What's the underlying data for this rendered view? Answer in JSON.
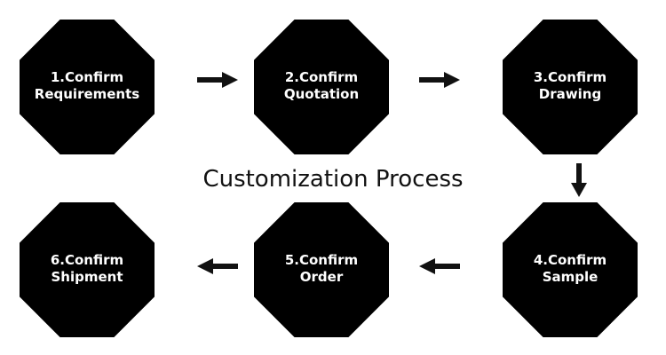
{
  "title": "Customization Process",
  "steps": [
    {
      "line1": "1.Confirm",
      "line2": "Requirements"
    },
    {
      "line1": "2.Confirm",
      "line2": "Quotation"
    },
    {
      "line1": "3.Confirm",
      "line2": "Drawing"
    },
    {
      "line1": "4.Confirm",
      "line2": "Sample"
    },
    {
      "line1": "5.Confirm",
      "line2": "Order"
    },
    {
      "line1": "6.Confirm",
      "line2": "Shipment"
    }
  ],
  "colors": {
    "shape": "#000000",
    "label": "#ffffff",
    "arrow": "#111111",
    "title": "#111111"
  }
}
